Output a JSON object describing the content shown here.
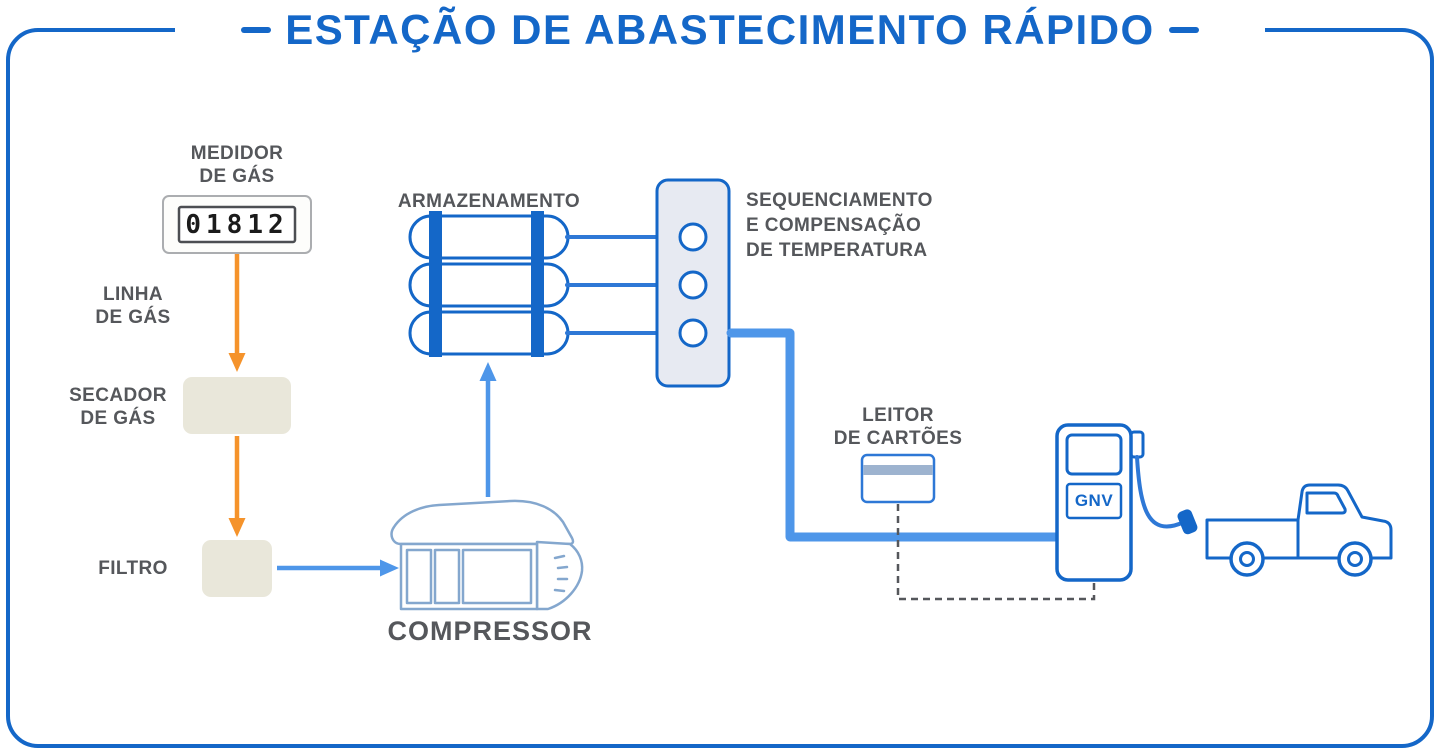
{
  "title": "ESTAÇÃO DE ABASTECIMENTO RÁPIDO",
  "components": {
    "meter": {
      "label": [
        "MEDIDOR",
        "DE GÁS"
      ],
      "display_value": "01812"
    },
    "gas_line": {
      "label": [
        "LINHA",
        "DE GÁS"
      ]
    },
    "dryer": {
      "label": [
        "SECADOR",
        "DE GÁS"
      ]
    },
    "filter": {
      "label": "FILTRO"
    },
    "compressor": {
      "label": "COMPRESSOR"
    },
    "storage": {
      "label": "ARMAZENAMENTO"
    },
    "sequencing": {
      "label": [
        "SEQUENCIAMENTO",
        "E COMPENSAÇÃO",
        "DE TEMPERATURA"
      ]
    },
    "card_reader": {
      "label": [
        "LEITOR",
        "DE CARTÕES"
      ]
    },
    "dispenser": {
      "label": "GNV"
    }
  },
  "colors": {
    "primary_blue": "#1467C8",
    "flow_blue": "#4E96E9",
    "orange": "#F5932B",
    "box_beige": "#E9E7DA",
    "panel_fill": "#E7EAF2",
    "card_stripe": "#9DB3CF",
    "text_gray": "#55575B"
  }
}
